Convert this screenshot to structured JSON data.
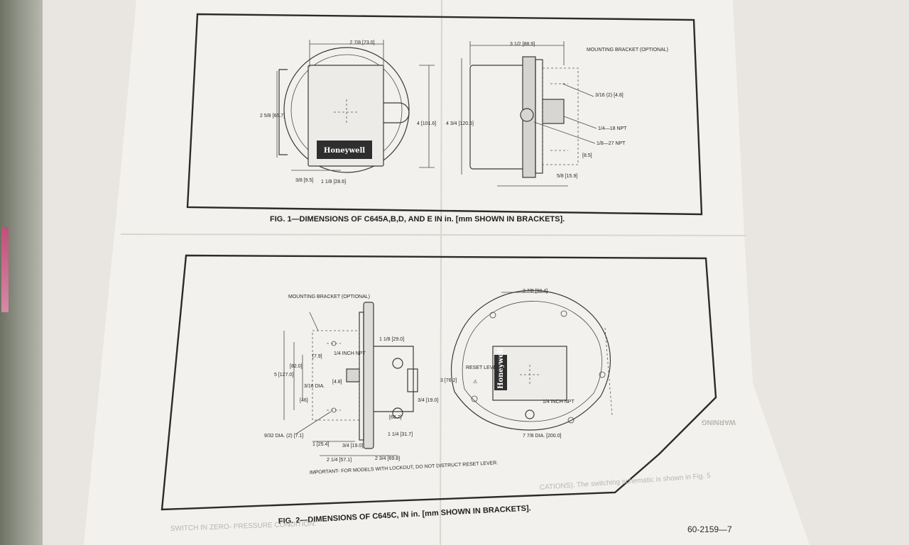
{
  "fig1": {
    "caption": "FIG. 1—DIMENSIONS OF C645A,B,D, AND E IN in. [mm SHOWN IN BRACKETS].",
    "logo": "Honeywell",
    "dims": {
      "top_width": "2 7/8 [73.0]",
      "left_height": "2 5/8 [66.7]",
      "right_height": "4 [101.6]",
      "bottom_a": "3/8 [9.5]",
      "bottom_b": "1 1/8 [28.6]",
      "side_top": "3 1/2 [88.9]",
      "side_height": "4 3/4 [120.6]",
      "hole": "3/16 (2) [4.8]",
      "npt1": "1/4—18 NPT",
      "npt2": "1/8—27 NPT",
      "small_a": "[8.5]",
      "small_b": "5/8 [15.9]"
    },
    "mounting": "MOUNTING BRACKET (OPTIONAL)"
  },
  "fig2": {
    "caption": "FIG. 2—DIMENSIONS OF C645C, IN in. [mm SHOWN IN BRACKETS].",
    "mounting": "MOUNTING BRACKET (OPTIONAL)",
    "reset": "RESET LEVER",
    "logo": "Honeywell",
    "important": "IMPORTANT- FOR MODELS WITH LOCKOUT, DO NOT DISTRUCT RESET LEVER.",
    "dims": {
      "top_front": "3 7/8 [98.4]",
      "top_side": "1 1/8 [29.0]",
      "npt": "1/4 INCH NPT",
      "d1": "[7.9]",
      "d2": "[82.0]",
      "d3": "5 [127.0]",
      "d4": "[4.8]",
      "d5": "[46]",
      "d6": "3/16 DIA.",
      "d7": "9/32 DIA. (2) [7.1]",
      "d8": "1 [25.4]",
      "d9": "3/4 [19.0]",
      "d10": "2 1/4 [57.1]",
      "d11": "2 3/4 [69.8]",
      "d12": "[66.7]",
      "d13": "1 1/4 [31.7]",
      "d14": "3/4 [19.0]",
      "d15": "3 [76.2]",
      "d16": "7 7/8 DIA. [200.0]",
      "d17": "1/4 INCH NPT"
    }
  },
  "backside": {
    "warning": "WARNING",
    "text": "CATIONS). The switching schematic is shown in Fig. 5",
    "text2": "SWITCH IN ZERO- PRESSURE CONDITION."
  },
  "page_number": "60-2159—7",
  "colors": {
    "paper": "#f2f1ee",
    "ink": "#2b2b2b",
    "desk": "#e9e6e1"
  }
}
